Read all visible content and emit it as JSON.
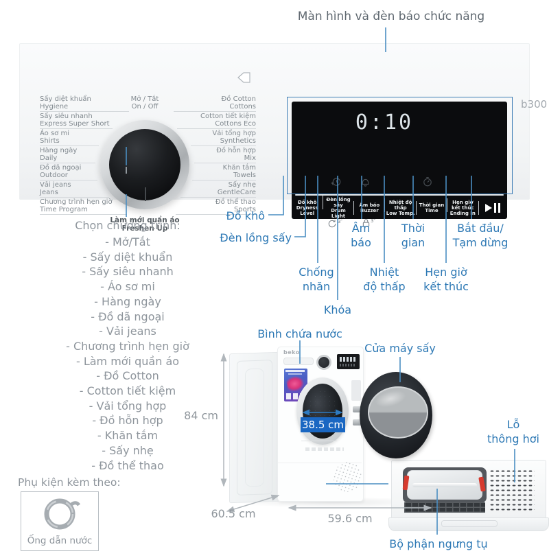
{
  "page": {
    "title": "Màn hình và đèn báo chức năng",
    "model_badge": "b300"
  },
  "panel": {
    "power_label": "Mở / Tắt\nOn / Off",
    "freshen_label": "Làm mới quần áo\nFreshen Up",
    "left_programs": [
      "Sấy diệt khuẩn\nHygiene",
      "Sấy siêu nhanh\nExpress Super Short",
      "Áo sơ mi\nShirts",
      "Hàng ngày\nDaily",
      "Đồ dã ngoại\nOutdoor",
      "Vải jeans\nJeans",
      "Chương trình hẹn giờ\nTime Program"
    ],
    "right_programs": [
      "Đồ Cotton\nCottons",
      "Cotton tiết kiệm\nCottons Eco",
      "Vải tổng hợp\nSynthetics",
      "Đồ hỗn hợp\nMix",
      "Khăn tắm\nTowels",
      "Sấy nhẹ\nGentleCare",
      "Đồ thể thao\nSports"
    ],
    "display_time": "0:10",
    "display_icons": [
      "delay-end-icon",
      "buzzer-bell-icon",
      "timer-icon"
    ],
    "buttons": [
      "Đồ khô\nDryness Level",
      "Đèn lồng sấy\nDrum Light",
      "Âm báo\nBuzzer",
      "Nhiệt độ thấp\nLow Temp.",
      "Thời gian\nTime",
      "Hẹn giờ\nkết thúc\nEnding In"
    ],
    "anti_crease_hold": "3″",
    "child_lock_hold": "3″"
  },
  "callouts": {
    "dryness": "Đồ khô",
    "drum_light": "Đèn lồng sấy",
    "anti_crease": "Chống\nnhăn",
    "lock": "Khóa",
    "buzzer": "Âm\nbáo",
    "low_temp": "Nhiệt\nđộ thấp",
    "time": "Thời\ngian",
    "ending_in": "Hẹn giờ\nkết thúc",
    "start_pause": "Bắt đầu/\nTạm dừng",
    "water_tank": "Bình chứa nước",
    "door": "Cửa máy sấy",
    "vent": "Lỗ\nthông hơi",
    "condenser": "Bộ phận ngưng tụ"
  },
  "program_list": {
    "title": "Chọn chương trình:",
    "items": [
      "- Mở/Tắt",
      "- Sấy diệt khuẩn",
      "- Sấy siêu nhanh",
      "- Áo sơ mi",
      "- Hàng ngày",
      "- Đồ dã ngoại",
      "- Vải jeans",
      "- Chương trình hẹn giờ",
      "- Làm mới quần áo",
      "- Đồ Cotton",
      "- Cotton tiết kiệm",
      "- Vải tổng hợp",
      "- Đồ hỗn hợp",
      "- Khăn tắm",
      "- Sấy nhẹ",
      "- Đồ thể thao"
    ]
  },
  "accessory": {
    "title": "Phụ kiện kèm theo:",
    "name": "Ống dẫn nước"
  },
  "dimensions": {
    "height": "84 cm",
    "depth": "60.5 cm",
    "width": "59.6 cm",
    "drum_diameter": "38.5 cm"
  },
  "machine": {
    "brand": "beko"
  },
  "colors": {
    "annotation_line": "#4a8ec2",
    "annotation_text": "#2e79b5",
    "muted_text": "#8e959c",
    "dimension_line": "#b0b6bb",
    "drum_label_bg": "#1a67c2",
    "clip_red": "#d63a2e"
  }
}
